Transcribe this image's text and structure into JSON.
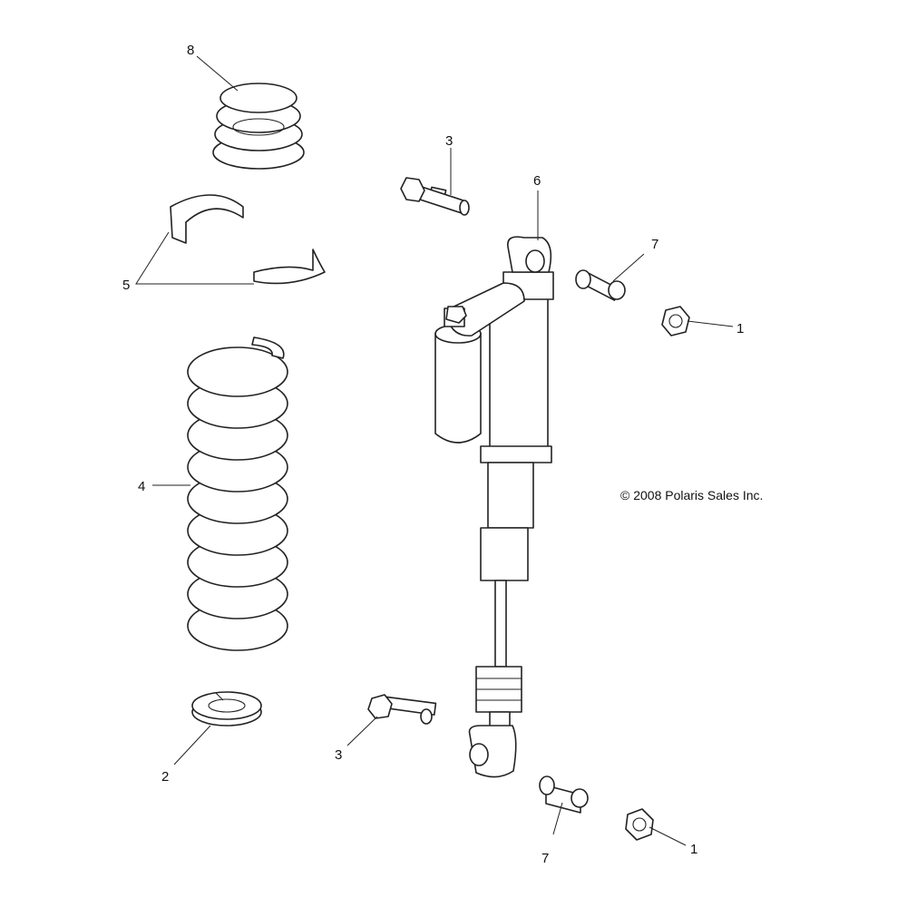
{
  "callouts": {
    "nut_upper": "1",
    "nut_lower": "1",
    "spring_seat": "2",
    "bolt_upper": "3",
    "bolt_lower": "3",
    "main_spring": "4",
    "retainers": "5",
    "shock_body": "6",
    "bushing_upper": "7",
    "bushing_lower": "7",
    "tender_spring": "8"
  },
  "copyright": "© 2008 Polaris Sales Inc."
}
